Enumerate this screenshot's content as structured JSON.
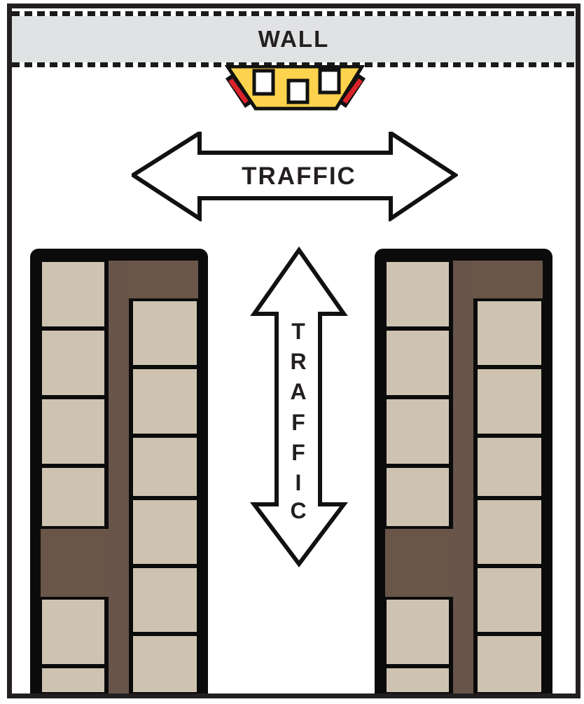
{
  "page": {
    "background_color": "#ffffff",
    "border_color": "#231f20"
  },
  "wall": {
    "label": "WALL",
    "band_color": "#e0e2e3",
    "dashed_line_color": "#1a1a1a"
  },
  "dock_vehicle": {
    "name": "forklift-top-view",
    "body_color": "#fdd34d",
    "marker_color": "#d8232a",
    "window_color": "#ffffff",
    "outline_color": "#111111"
  },
  "traffic_horizontal": {
    "label": "TRAFFIC",
    "fill": "#ffffff",
    "outline": "#111111"
  },
  "traffic_vertical": {
    "label": "TRAFFIC",
    "letters": [
      "T",
      "R",
      "A",
      "F",
      "F",
      "I",
      "C"
    ],
    "fill": "#ffffff",
    "outline": "#111111"
  },
  "racks": {
    "pallet_color": "#cec3b0",
    "frame_color": "#0b0b0b",
    "interior_color": "#67544a",
    "left": {
      "front_column_slots": [
        {
          "type": "box",
          "h": 96
        },
        {
          "type": "box",
          "h": 96
        },
        {
          "type": "box",
          "h": 96
        },
        {
          "type": "box",
          "h": 87
        },
        {
          "type": "empty",
          "h": 97,
          "bleed": "right"
        },
        {
          "type": "box",
          "h": 96
        },
        {
          "type": "box",
          "h": "fill"
        }
      ],
      "back_column_slots": [
        {
          "type": "empty",
          "h": 54,
          "bleed": "left"
        },
        {
          "type": "box",
          "h": 95
        },
        {
          "type": "box",
          "h": 96
        },
        {
          "type": "box",
          "h": 87
        },
        {
          "type": "box",
          "h": 95
        },
        {
          "type": "box",
          "h": 95
        },
        {
          "type": "box",
          "h": "fill"
        }
      ]
    },
    "right": {
      "front_column_slots": [
        {
          "type": "box",
          "h": 96
        },
        {
          "type": "box",
          "h": 96
        },
        {
          "type": "box",
          "h": 96
        },
        {
          "type": "box",
          "h": 87
        },
        {
          "type": "empty",
          "h": 97,
          "bleed": "right"
        },
        {
          "type": "box",
          "h": 96
        },
        {
          "type": "box",
          "h": "fill"
        }
      ],
      "back_column_slots": [
        {
          "type": "empty",
          "h": 54,
          "bleed": "left"
        },
        {
          "type": "box",
          "h": 95
        },
        {
          "type": "box",
          "h": 96
        },
        {
          "type": "box",
          "h": 87
        },
        {
          "type": "box",
          "h": 95
        },
        {
          "type": "box",
          "h": 95
        },
        {
          "type": "box",
          "h": "fill"
        }
      ]
    }
  }
}
